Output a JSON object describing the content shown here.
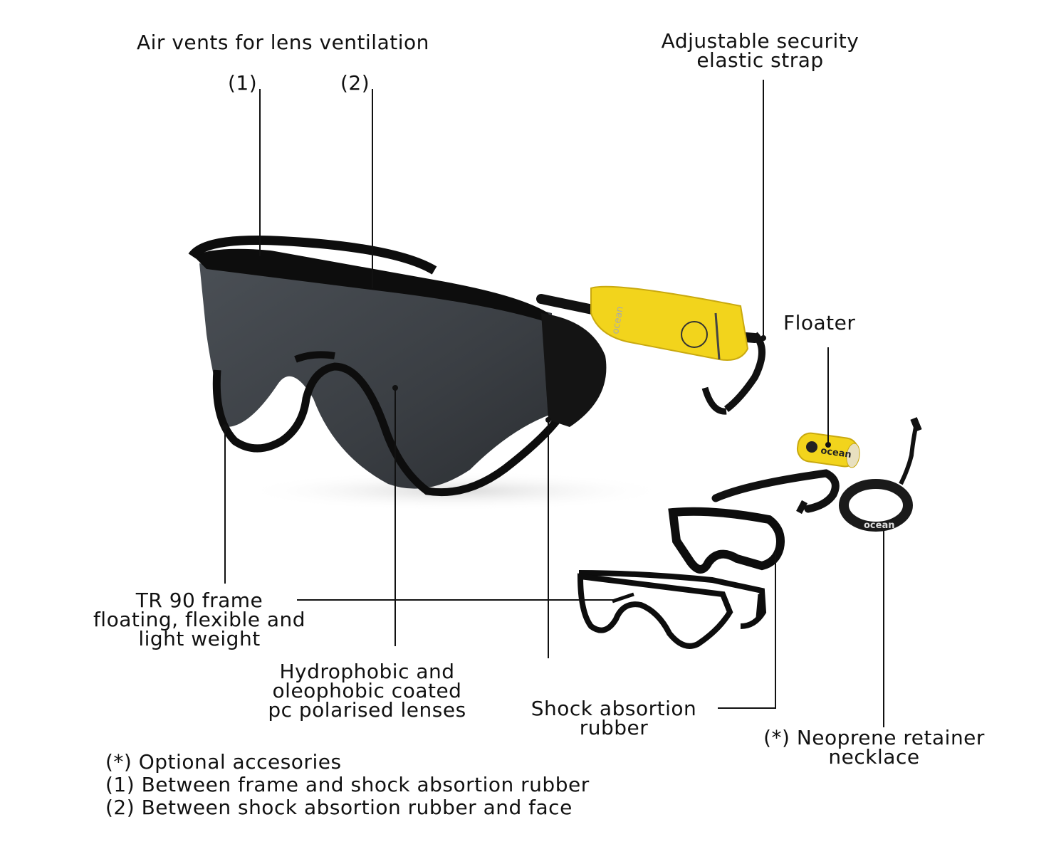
{
  "callouts": {
    "air_vents": "Air vents for lens ventilation",
    "vent_1": "(1)",
    "vent_2": "(2)",
    "strap": [
      "Adjustable security",
      "elastic strap"
    ],
    "floater": "Floater",
    "frame": [
      "TR 90 frame",
      "floating, flexible and",
      "light weight"
    ],
    "lenses": [
      "Hydrophobic and",
      "oleophobic coated",
      "pc polarised lenses"
    ],
    "shock": [
      "Shock absortion",
      "rubber"
    ],
    "necklace": [
      "(*) Neoprene retainer",
      "necklace"
    ]
  },
  "footnotes": [
    "(*) Optional accesories",
    "(1) Between frame and shock absortion rubber",
    "(2) Between shock absortion rubber and face"
  ],
  "brand": {
    "frame_logo": "ocean",
    "floater_logo": "ocean",
    "necklace_logo": "ocean"
  },
  "colors": {
    "floater_yellow": "#f2d41c",
    "frame_black": "#111111",
    "lens_smoke": "#3d4146"
  }
}
